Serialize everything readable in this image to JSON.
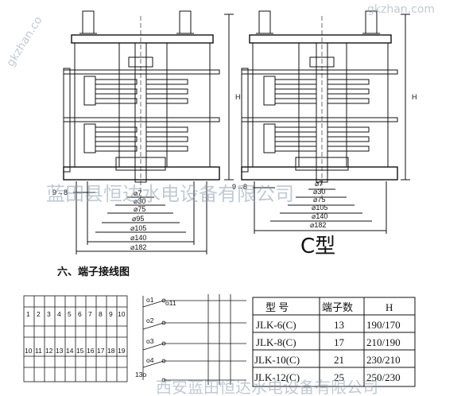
{
  "watermarks": {
    "top_right": "gkzhan.com",
    "left_diagonal": "gkzhan.co",
    "middle": "蓝田县恒达水电设备有限公司",
    "bottom": "西安蓝田恒达水电设备有限公司"
  },
  "drawing": {
    "view_label": "C型",
    "height_label": "H",
    "offset_label": "9→8",
    "diameters": [
      "⌀7",
      "⌀30",
      "⌀75",
      "⌀95",
      "⌀105",
      "⌀140",
      "⌀182"
    ]
  },
  "section_title": "六、端子接线图",
  "terminal_strip": {
    "row1": [
      "1",
      "2",
      "3",
      "4",
      "5",
      "6",
      "7",
      "8",
      "9",
      "10"
    ],
    "row2": [
      "10",
      "11",
      "12",
      "13",
      "14",
      "15",
      "16",
      "17",
      "18",
      "19"
    ]
  },
  "wiring": {
    "top_label": "o11",
    "left_labels": [
      "o1",
      "o2",
      "o3",
      "o4"
    ],
    "bottom_label": "13o"
  },
  "table": {
    "headers": [
      "型  号",
      "端子数",
      "H"
    ],
    "rows": [
      [
        "JLK-6(C)",
        "13",
        "190/170"
      ],
      [
        "JLK-8(C)",
        "17",
        "210/190"
      ],
      [
        "JLK-10(C)",
        "21",
        "230/210"
      ],
      [
        "JLK-12(C)",
        "25",
        "250/230"
      ]
    ]
  }
}
